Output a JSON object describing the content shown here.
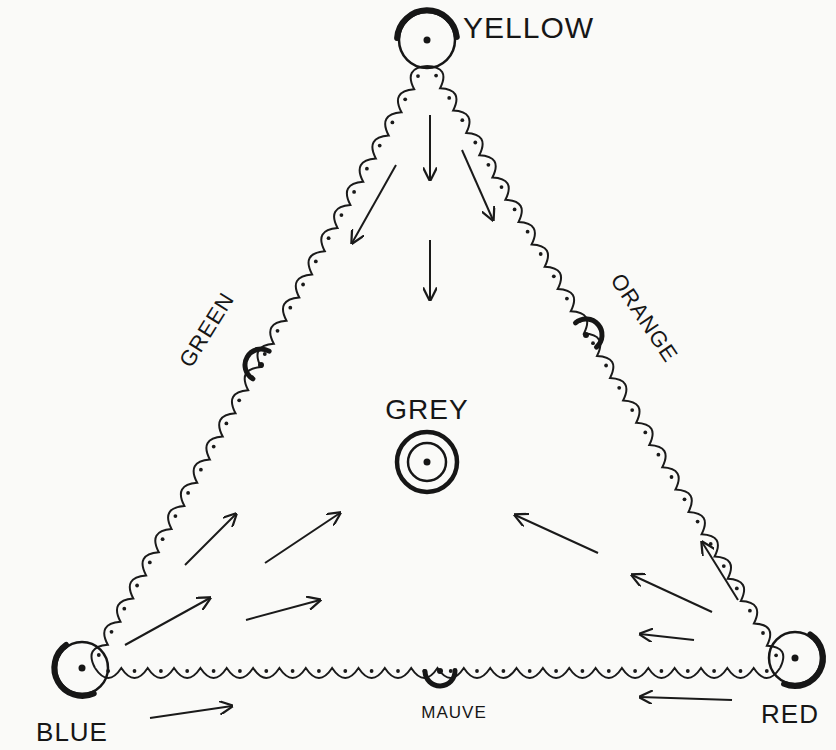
{
  "diagram": {
    "nodes": [
      {
        "text": [
          "YELLOW"
        ]
      },
      {
        "text": [
          "GREEN"
        ]
      },
      {
        "text": [
          "ORANGE"
        ]
      },
      {
        "text": [
          "GREY"
        ]
      },
      {
        "text": [
          "BLUE"
        ]
      },
      {
        "text": [
          "MAUVE"
        ]
      },
      {
        "text": [
          "RED"
        ]
      }
    ]
  }
}
